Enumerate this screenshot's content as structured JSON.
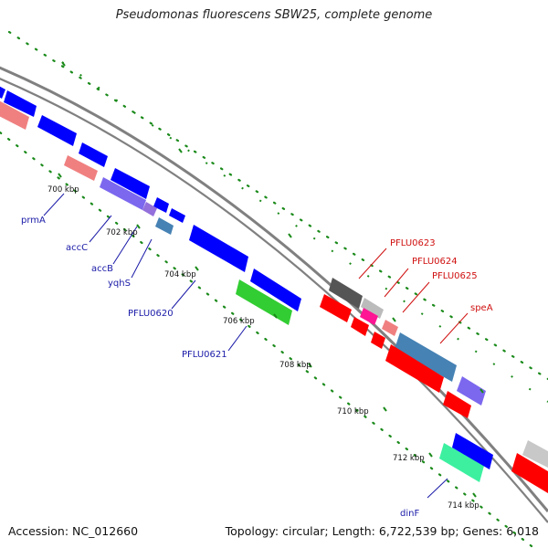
{
  "title": "Pseudomonas fluorescens SBW25, complete genome",
  "footer": {
    "accession": "Accession: NC_012660",
    "summary": "Topology: circular; Length: 6,722,539 bp; Genes: 6,018"
  },
  "colors": {
    "backbone": "#808080",
    "tick": "#1a8a1a",
    "label_forward": "#00008b",
    "label_reverse": "#cc0000"
  },
  "ticks": [
    "700 kbp",
    "702 kbp",
    "704 kbp",
    "706 kbp",
    "708 kbp",
    "710 kbp",
    "712 kbp",
    "714 kbp"
  ],
  "gene_labels": [
    {
      "text": "prmA",
      "color": "#1a1aa8"
    },
    {
      "text": "accC",
      "color": "#1a1aa8"
    },
    {
      "text": "accB",
      "color": "#1a1aa8"
    },
    {
      "text": "yqhS",
      "color": "#1a1aa8"
    },
    {
      "text": "PFLU0620",
      "color": "#1a1aa8"
    },
    {
      "text": "PFLU0621",
      "color": "#1a1aa8"
    },
    {
      "text": "dinF",
      "color": "#1a1aa8"
    },
    {
      "text": "PFLU0623",
      "color": "#d01010"
    },
    {
      "text": "PFLU0624",
      "color": "#d01010"
    },
    {
      "text": "PFLU0625",
      "color": "#d01010"
    },
    {
      "text": "speA",
      "color": "#d01010"
    }
  ]
}
